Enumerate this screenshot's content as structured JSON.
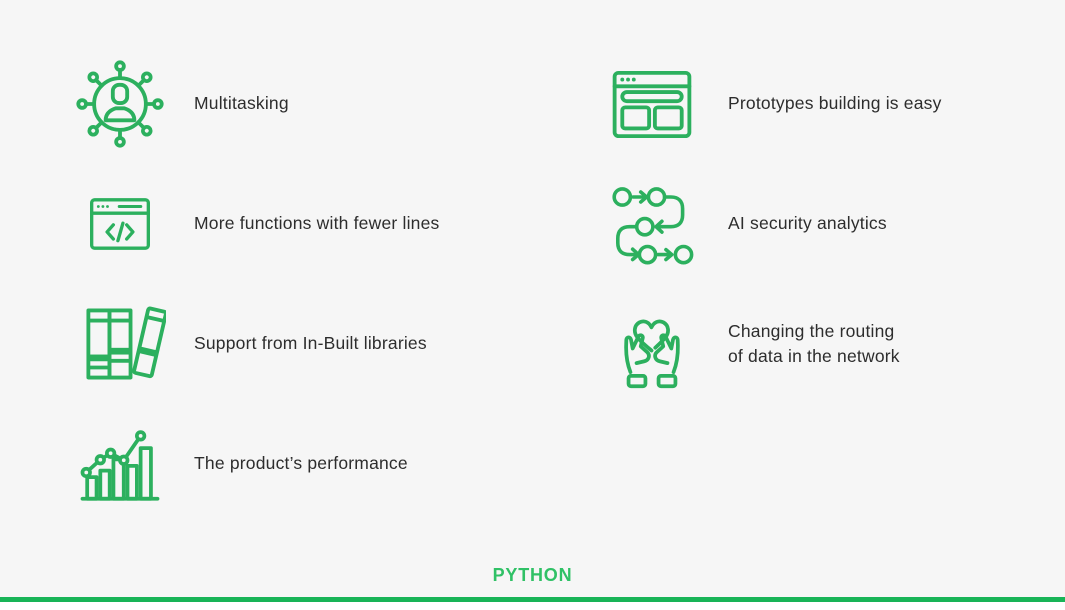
{
  "page": {
    "background": "#f6f6f6",
    "accent_green": "#2cb05e",
    "title_green": "#30c166",
    "footer_line_green": "#18b457",
    "text_color": "#2d2d2d"
  },
  "title": {
    "label": "PYTHON"
  },
  "features": {
    "left": [
      {
        "label": "Multitasking",
        "icon": "user-network-icon"
      },
      {
        "label": "More functions with fewer lines",
        "icon": "code-window-icon"
      },
      {
        "label": "Support from In-Built libraries",
        "icon": "books-icon"
      },
      {
        "label": "The product’s performance",
        "icon": "bar-chart-icon"
      }
    ],
    "right": [
      {
        "label": "Prototypes building is easy",
        "icon": "prototype-window-icon"
      },
      {
        "label": "AI security analytics",
        "icon": "workflow-icon"
      },
      {
        "label": "Changing the routing\nof data in the network",
        "icon": "hands-heart-icon"
      }
    ]
  }
}
